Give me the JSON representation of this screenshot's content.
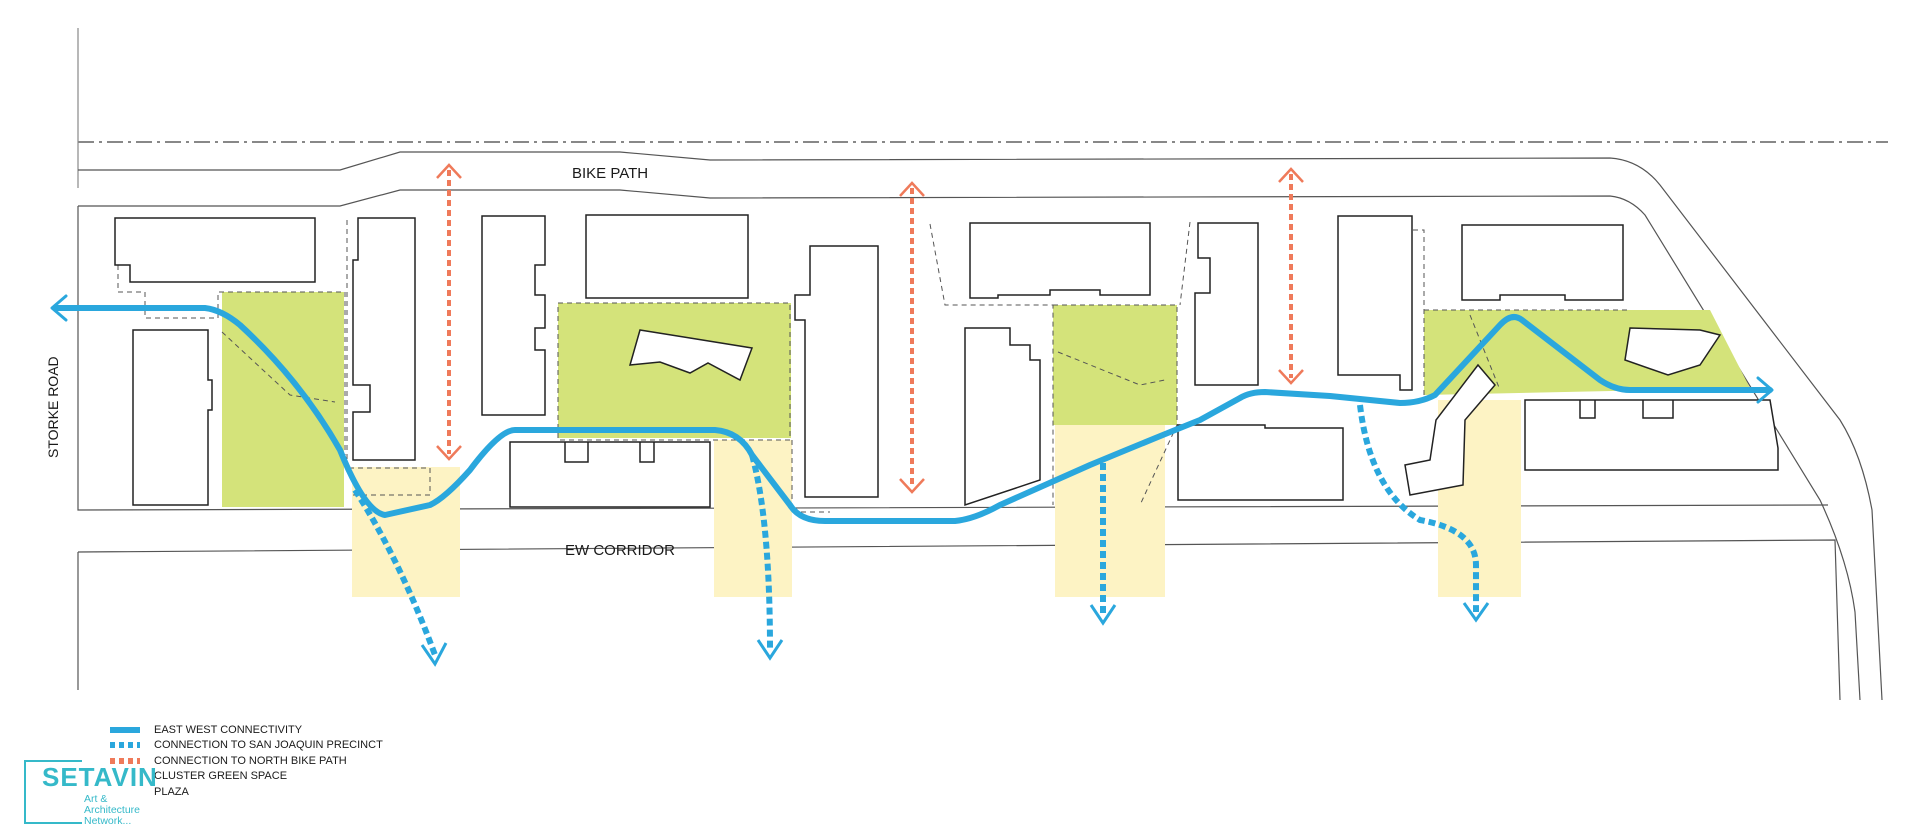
{
  "labels": {
    "bike_path": "BIKE PATH",
    "ew_corridor": "EW CORRIDOR",
    "storke_road": "STORKE ROAD"
  },
  "legend": [
    {
      "label": "EAST WEST CONNECTIVITY",
      "style": "solid-line"
    },
    {
      "label": "CONNECTION TO SAN JOAQUIN PRECINCT",
      "style": "dashed-blue"
    },
    {
      "label": "CONNECTION TO NORTH BIKE PATH",
      "style": "dashed-orange"
    },
    {
      "label": "CLUSTER GREEN SPACE",
      "style": "green"
    },
    {
      "label": "PLAZA",
      "style": "plaza"
    }
  ],
  "logo": {
    "word": "SETAVIN",
    "line1": "Art &",
    "line2": "Architecture",
    "line3": "Network..."
  },
  "colors": {
    "east_west": "#2aa7dd",
    "north_connection": "#ef7a5a",
    "green_space": "#d4e37a",
    "plaza": "#fdf3c4",
    "logo": "#35b9c9"
  }
}
